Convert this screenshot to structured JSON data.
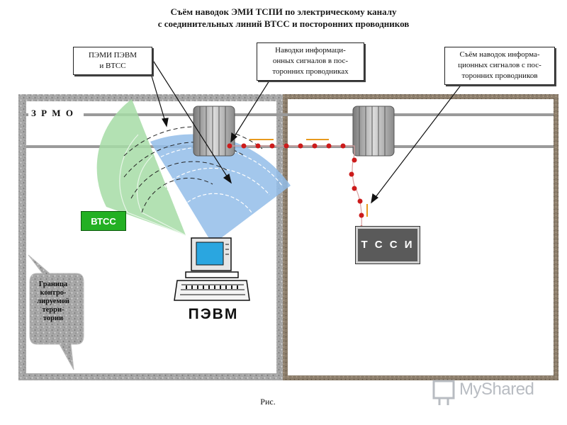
{
  "title": {
    "line1": "Съём наводок ЭМИ ТСПИ по электрическому каналу",
    "line2": "с соединительных линий ВТСС и посторонних проводников"
  },
  "callouts": {
    "pemi": {
      "line1": "ПЭМИ ПЭВМ",
      "line2": "и ВТСС"
    },
    "induced": {
      "line1": "Наводки информаци-",
      "line2": "онных сигналов в пос-",
      "line3": "торонних проводниках"
    },
    "pickup": {
      "line1": "Съём наводок информа-",
      "line2": "ционных сигналов с пос-",
      "line3": "торонних проводников"
    }
  },
  "zone_label": "З Р М О",
  "devices": {
    "vtss": "ВТСС",
    "tssi": "Т С С И",
    "pevm": "ПЭВМ"
  },
  "boundary": {
    "line1": "Граница",
    "line2": "контро-",
    "line3": "лируемой",
    "line4": "терри-",
    "line5": "тории"
  },
  "caption": "Рис.",
  "watermark": "MyShared",
  "colors": {
    "granite": "#a9a9a9",
    "brick_border": "#8a7a68",
    "wire": "#9a9a9a",
    "signal_dot": "#cc1b1b",
    "signal_dash": "#e89a1e",
    "emission_green": "#9ed89e",
    "emission_blue": "#8fb8e8",
    "vtss_green": "#23b023",
    "tssi_gray": "#5a5a5a",
    "screen_cyan": "#2aa6e0"
  },
  "icons": [
    "coil-icon",
    "computer-icon",
    "monitor-icon",
    "keyboard-icon",
    "speech-bubble-icon",
    "watermark-logo-icon"
  ]
}
